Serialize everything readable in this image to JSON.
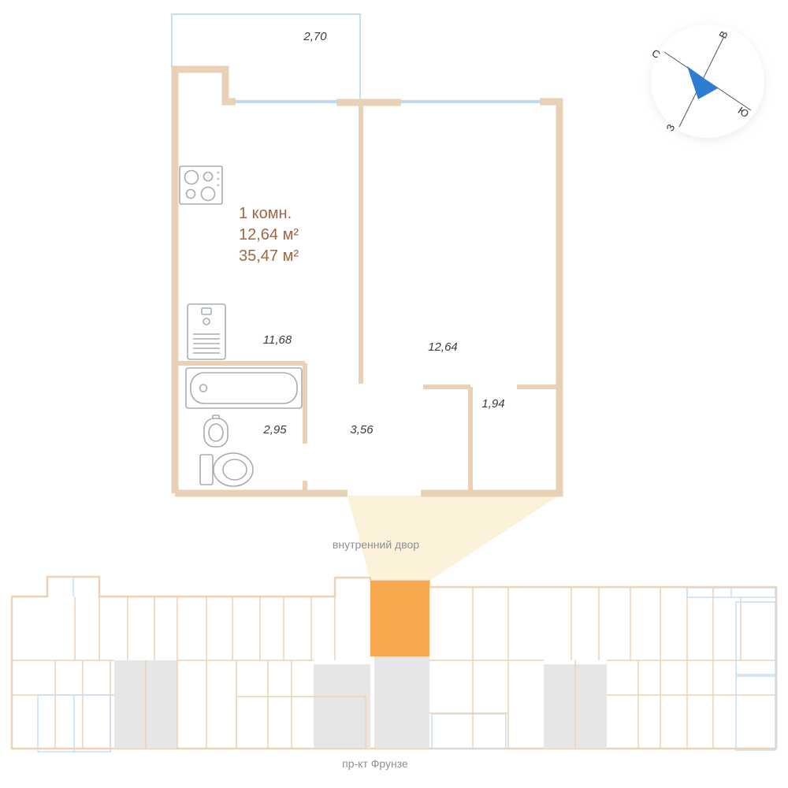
{
  "plan": {
    "unit_type": "1 комн.",
    "room_area": "12,64 м²",
    "total_area": "35,47 м²",
    "dimensions": {
      "balcony": "2,70",
      "kitchen": "11,68",
      "room": "12,64",
      "corridor": "1,94",
      "bathroom": "2,95",
      "hall": "3,56"
    }
  },
  "compass": {
    "north": "С",
    "east": "В",
    "west": "З",
    "south": "Ю"
  },
  "labels": {
    "courtyard": "внутренний двор",
    "street": "пр-кт Фрунзе"
  },
  "colors": {
    "wall": "#e9d1b6",
    "window": "#c0d9f3",
    "highlight_unit": "#f7a84d",
    "light_cone": "#fcf2da",
    "accent_text": "#a06643",
    "dim_text": "#3b3b3b",
    "muted_text": "#8b909a",
    "stairwell_gray": "#e6e6e6",
    "fixture_gray": "#a7adb3",
    "needle_blue": "#2e7dd2"
  }
}
